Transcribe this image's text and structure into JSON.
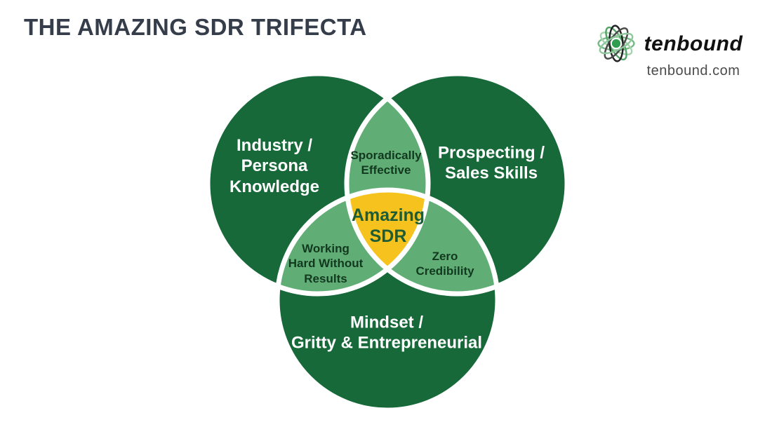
{
  "header": {
    "title": "THE AMAZING SDR TRIFECTA",
    "logo": {
      "brand": "tenbound",
      "website": "tenbound.com",
      "icon": "atom-icon"
    }
  },
  "colors": {
    "title_text": "#353d4a",
    "circle_dark_green": "#17693a",
    "intersection_light_green": "#60ae75",
    "center_yellow": "#f6c21d",
    "separator_white": "#ffffff",
    "lens_text_dark_green": "#12391f",
    "center_text_green": "#1d5c34",
    "website_text_gray": "#4b4b4b",
    "logo_green": "#2f9e4f",
    "logo_black": "#222222"
  },
  "venn": {
    "sets": [
      {
        "id": "industry",
        "label": "Industry /\nPersona\nKnowledge"
      },
      {
        "id": "prospecting",
        "label": "Prospecting /\nSales Skills"
      },
      {
        "id": "mindset",
        "label": "Mindset /\nGritty & Entrepreneurial"
      }
    ],
    "intersections": [
      {
        "between": [
          "industry",
          "prospecting"
        ],
        "label": "Sporadically\nEffective"
      },
      {
        "between": [
          "industry",
          "mindset"
        ],
        "label": "Working\nHard Without\nResults"
      },
      {
        "between": [
          "prospecting",
          "mindset"
        ],
        "label": "Zero\nCredibility"
      },
      {
        "between": [
          "industry",
          "prospecting",
          "mindset"
        ],
        "label": "Amazing\nSDR"
      }
    ]
  }
}
